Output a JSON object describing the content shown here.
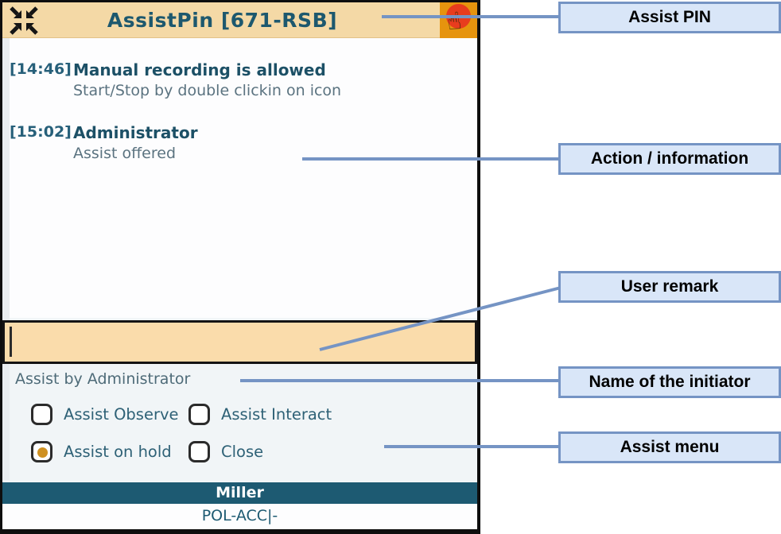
{
  "window": {
    "title": "AssistPin [671-RSB]",
    "icons": {
      "left": "collapse-arrows-icon",
      "right": "assist-hand-icon"
    }
  },
  "messages": [
    {
      "time": "[14:46]",
      "title": "Manual recording is allowed",
      "detail": "Start/Stop by double clickin on icon"
    },
    {
      "time": "[15:02]",
      "title": "Administrator",
      "detail": "Assist offered"
    }
  ],
  "remark": {
    "value": "",
    "placeholder": ""
  },
  "initiator": {
    "text": "Assist by Administrator"
  },
  "options": [
    {
      "label": "Assist Observe",
      "checked": false
    },
    {
      "label": "Assist Interact",
      "checked": false
    },
    {
      "label": "Assist on hold",
      "checked": true
    },
    {
      "label": "Close",
      "checked": false
    }
  ],
  "footer": {
    "user": "Miller",
    "status": "POL-ACC|-"
  },
  "callouts": [
    {
      "label": "Assist PIN"
    },
    {
      "label": "Action / information"
    },
    {
      "label": "User remark"
    },
    {
      "label": "Name of the initiator"
    },
    {
      "label": "Assist menu"
    }
  ],
  "colors": {
    "titlebar": "#f4d9a6",
    "title_text": "#1d586e",
    "hand_button": "#e6940e",
    "hand_circle": "#e83c1e",
    "input_bg": "#fadcab",
    "checked_dot": "#cf9122",
    "teal_bar": "#1d5a72",
    "callout_fill": "#d9e6f8",
    "callout_border": "#7594c4",
    "connector": "#7594c4"
  }
}
